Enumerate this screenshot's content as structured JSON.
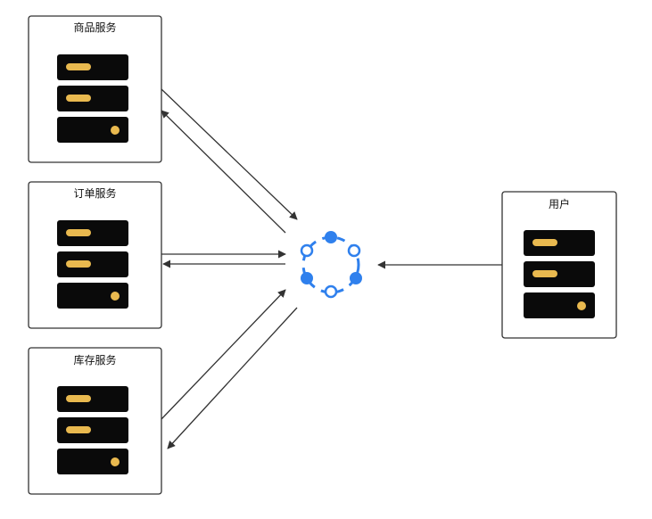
{
  "nodes": {
    "goods": {
      "label": "商品服务"
    },
    "order": {
      "label": "订单服务"
    },
    "stock": {
      "label": "库存服务"
    },
    "user": {
      "label": "用户"
    }
  },
  "colors": {
    "border": "#333333",
    "server_body": "#0a0a0a",
    "server_indicator": "#e9b94f",
    "hub": "#2f80ed"
  },
  "icons": {
    "server": "server-rack-icon",
    "hub": "service-registry-hub-icon"
  }
}
